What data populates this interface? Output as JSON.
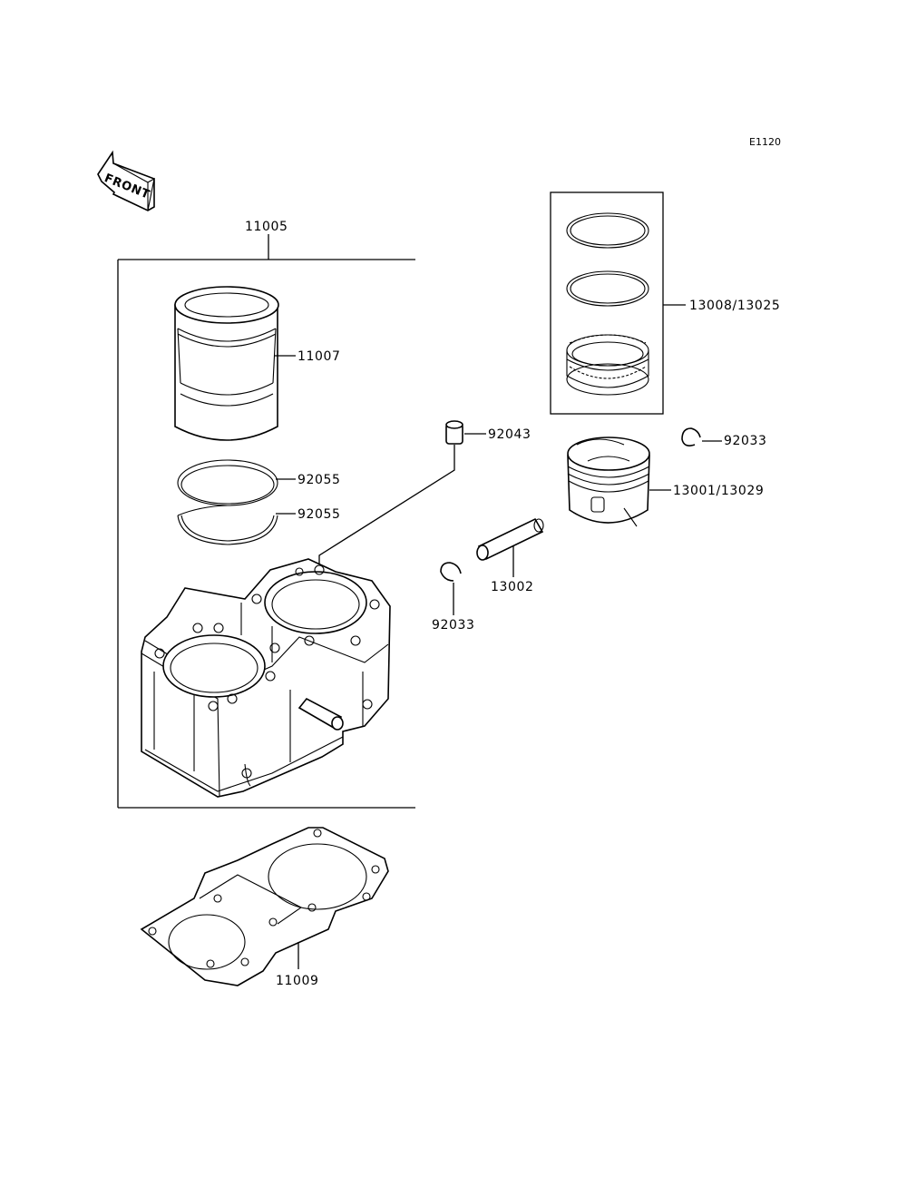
{
  "diagram": {
    "code": "E1120",
    "front_label": "FRONT",
    "labels": {
      "assy_cylinder": "11005",
      "sleeve": "11007",
      "oring_upper": "92055",
      "oring_lower": "92055",
      "dowel_pin": "92043",
      "ring_set": "13008/13025",
      "circlip_right": "92033",
      "piston": "13001/13029",
      "piston_pin": "13002",
      "circlip_left": "92033",
      "base_gasket": "11009"
    }
  }
}
